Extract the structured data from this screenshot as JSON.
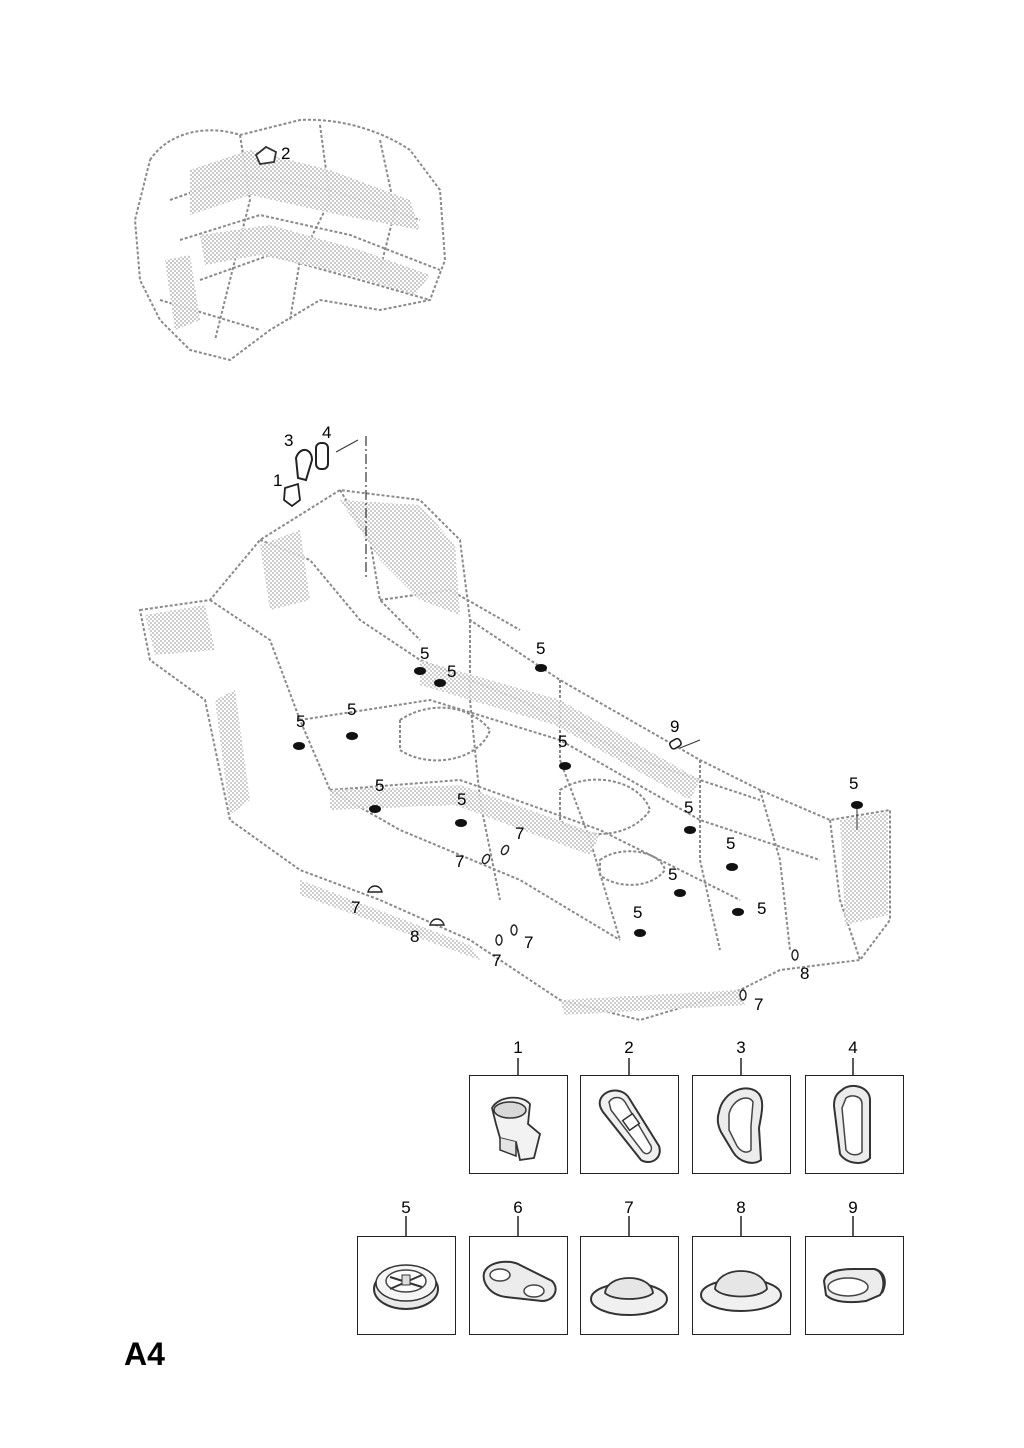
{
  "sheet": {
    "section_id": "A4"
  },
  "top_view": {
    "callouts": [
      {
        "num": "2"
      }
    ]
  },
  "main_view": {
    "callouts": [
      "1",
      "3",
      "4",
      "5",
      "5",
      "5",
      "5",
      "5",
      "5",
      "5",
      "5",
      "5",
      "5",
      "5",
      "5",
      "5",
      "5",
      "9",
      "7",
      "7",
      "7",
      "7",
      "7",
      "7",
      "8",
      "8"
    ]
  },
  "parts": [
    {
      "num": "1",
      "icon": "duct-grommet-icon"
    },
    {
      "num": "2",
      "icon": "oval-seal-icon"
    },
    {
      "num": "3",
      "icon": "teardrop-seal-icon"
    },
    {
      "num": "4",
      "icon": "tall-oval-seal-icon"
    },
    {
      "num": "5",
      "icon": "round-clip-plug-icon"
    },
    {
      "num": "6",
      "icon": "double-plug-icon"
    },
    {
      "num": "7",
      "icon": "dome-plug-icon"
    },
    {
      "num": "8",
      "icon": "dome-plug-large-icon"
    },
    {
      "num": "9",
      "icon": "oval-grommet-icon"
    }
  ]
}
